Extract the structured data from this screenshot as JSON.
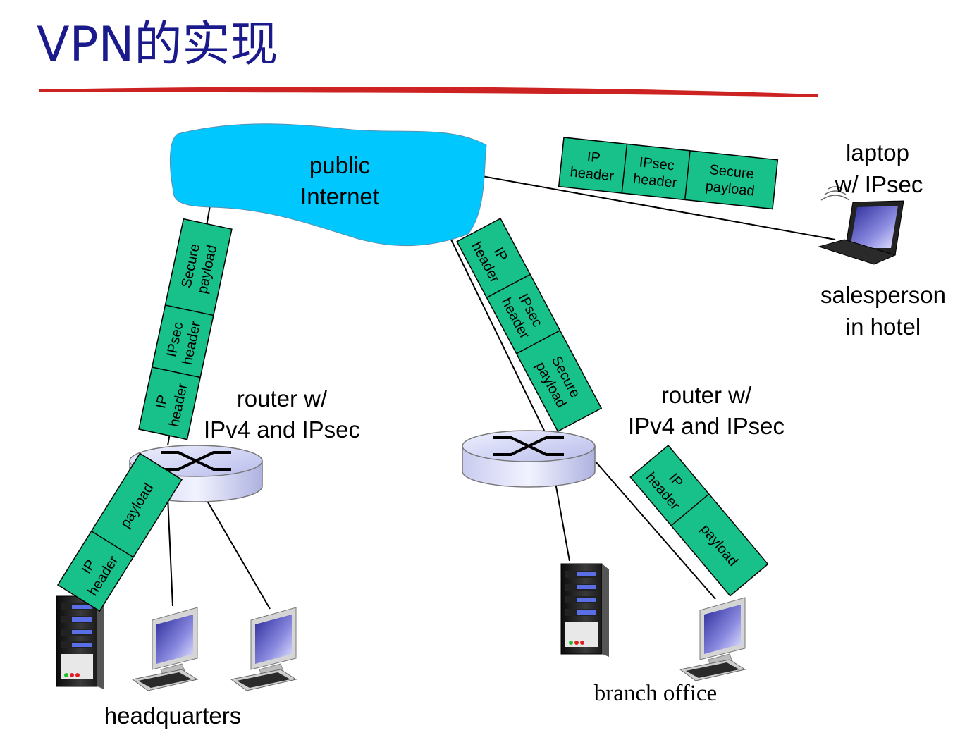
{
  "title": "VPN的实现",
  "cloud_label": [
    "public",
    "Internet"
  ],
  "router_left_label": [
    "router w/",
    "IPv4 and IPsec"
  ],
  "router_right_label": [
    "router w/",
    "IPv4 and IPsec"
  ],
  "laptop_label": [
    "laptop",
    "w/ IPsec"
  ],
  "salesperson_label": [
    "salesperson",
    "in hotel"
  ],
  "headquarters_label": "headquarters",
  "branch_label": "branch office",
  "packet_ipsec_fields": [
    [
      "IP",
      "header"
    ],
    [
      "IPsec",
      "header"
    ],
    [
      "Secure",
      "payload"
    ]
  ],
  "packet_plain_fields": [
    [
      "IP",
      "header"
    ],
    [
      "payload"
    ]
  ],
  "colors": {
    "title": "#1a1a8c",
    "underline": "#cc2222",
    "cloud": "#00c8ff",
    "packet": "#18c08a"
  }
}
